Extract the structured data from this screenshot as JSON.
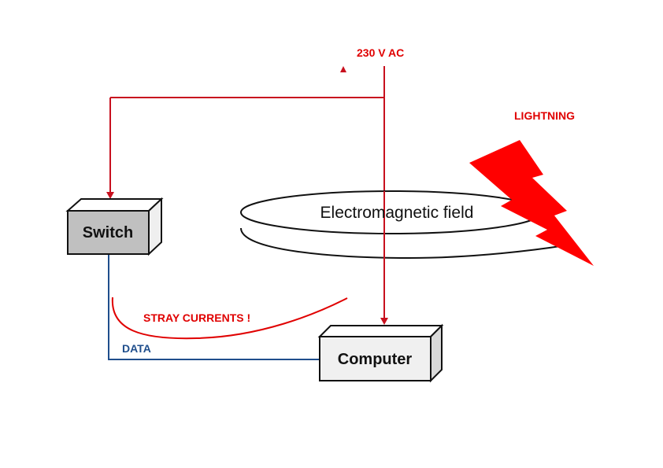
{
  "diagram": {
    "power_label": "230 V AC",
    "lightning_label": "LIGHTNING",
    "field_label": "Electromagnetic field",
    "switch_label": "Switch",
    "computer_label": "Computer",
    "stray_label": "STRAY CURRENTS !",
    "data_label": "DATA",
    "colors": {
      "power_line": "#c8101e",
      "lightning": "#ff0000",
      "label_red": "#e00000",
      "data_line": "#1f4e8c",
      "switch_fill": "#c0c0c0",
      "computer_fill": "#f0f0f0"
    }
  }
}
